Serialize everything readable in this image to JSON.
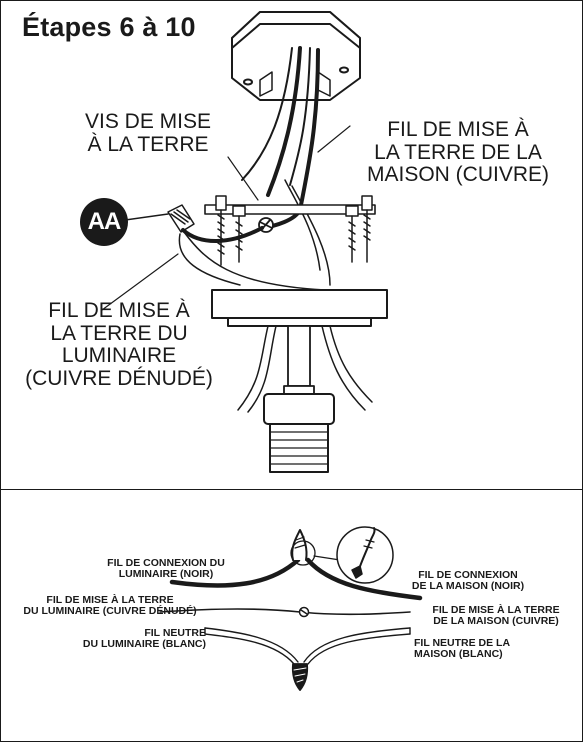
{
  "title": "Étapes 6 à 10",
  "badge": "AA",
  "top_labels": {
    "vis_mise_terre": [
      "VIS DE MISE",
      "À LA TERRE"
    ],
    "fil_terre_maison": [
      "FIL DE MISE À",
      "LA TERRE DE LA",
      "MAISON (CUIVRE)"
    ],
    "fil_terre_luminaire": [
      "FIL DE MISE À",
      "LA TERRE DU",
      "LUMINAIRE",
      "(CUIVRE DÉNUDÉ)"
    ]
  },
  "bottom_labels": {
    "connexion_luminaire": [
      "FIL DE CONNEXION DU",
      "LUMINAIRE (NOIR)"
    ],
    "connexion_maison": [
      "FIL DE CONNEXION",
      "DE LA MAISON (NOIR)"
    ],
    "terre_luminaire": [
      "FIL DE MISE À LA TERRE",
      "DU LUMINAIRE (CUIVRE DÉNUDÉ)"
    ],
    "terre_maison": [
      "FIL DE MISE À LA TERRE",
      "DE LA MAISON (CUIVRE)"
    ],
    "neutre_luminaire": [
      "FIL NEUTRE",
      "DU LUMINAIRE (BLANC)"
    ],
    "neutre_maison": [
      "FIL NEUTRE DE LA",
      "MAISON (BLANC)"
    ]
  },
  "colors": {
    "ink": "#1a1a1a",
    "paper": "#ffffff"
  }
}
